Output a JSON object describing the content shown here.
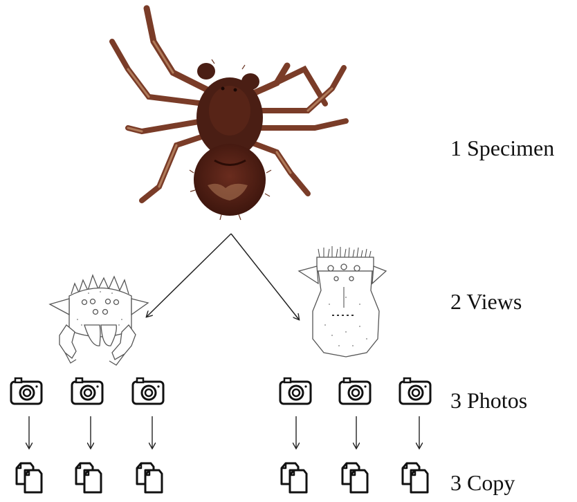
{
  "labels": {
    "specimen": "1 Specimen",
    "views": "2 Views",
    "photos": "3 Photos",
    "copy": "3 Copy"
  },
  "colors": {
    "spider_body": "#4a1e14",
    "spider_leg": "#7a3c28",
    "spider_leg_light": "#b07b5a",
    "line": "#222222",
    "background": "#ffffff"
  },
  "icons": {
    "camera": "camera-icon",
    "copy": "copy-document-icon"
  }
}
